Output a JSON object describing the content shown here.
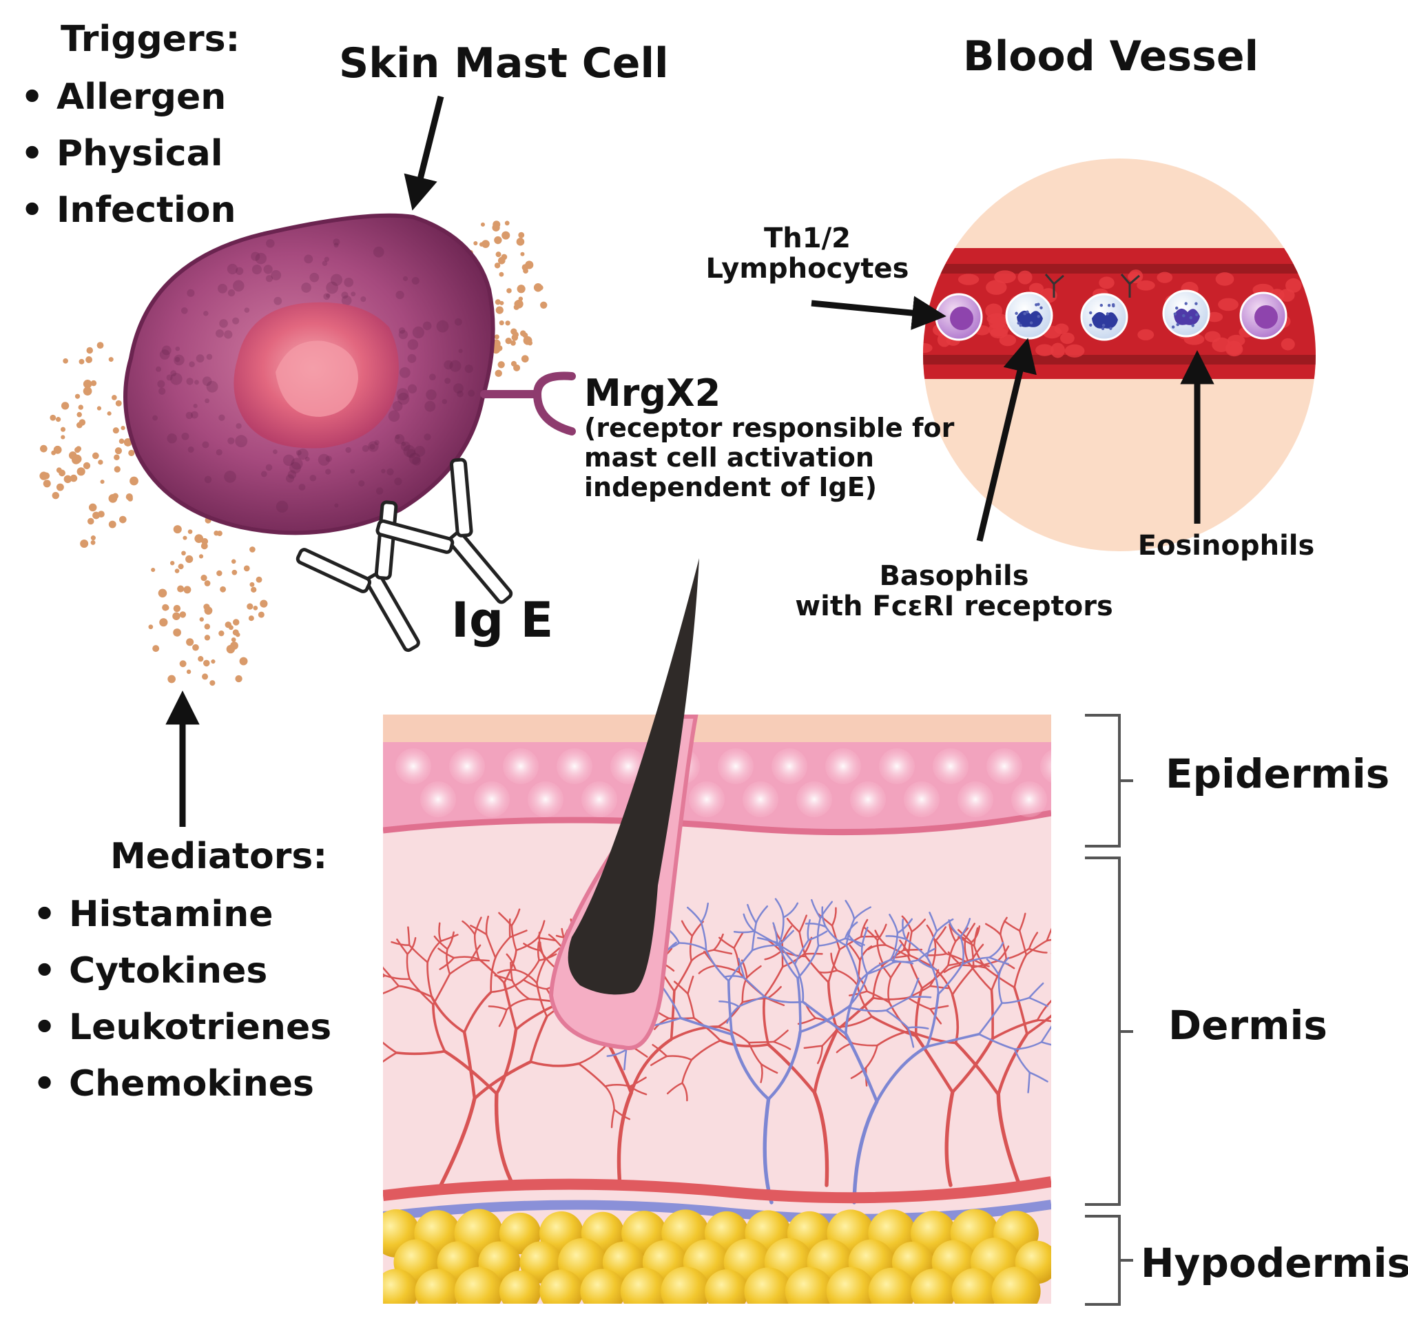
{
  "triggers": {
    "heading": "Triggers:",
    "items": [
      "Allergen",
      "Physical",
      "Infection"
    ]
  },
  "mast_cell": {
    "title": "Skin Mast Cell",
    "receptor_name": "MrgX2",
    "receptor_desc_1": "(receptor responsible for",
    "receptor_desc_2": "mast cell activation",
    "receptor_desc_3": "independent of IgE)",
    "antibody": "Ig E"
  },
  "blood_vessel": {
    "title": "Blood Vessel",
    "lymphocytes_1": "Th1/2",
    "lymphocytes_2": "Lymphocytes",
    "basophils_1": "Basophils",
    "basophils_2": "with FcεRI receptors",
    "eosinophils": "Eosinophils"
  },
  "mediators": {
    "heading": "Mediators:",
    "items": [
      "Histamine",
      "Cytokines",
      "Leukotrienes",
      "Chemokines"
    ]
  },
  "skin_layers": {
    "epidermis": "Epidermis",
    "dermis": "Dermis",
    "hypodermis": "Hypodermis"
  },
  "colors": {
    "mast_cell": "#8e3b6e",
    "nucleus": "#e0607e",
    "granules": "#d99a6a",
    "vessel_bg": "#fbdcc6",
    "vessel_red": "#d3232a",
    "epidermis": "#f2a3be",
    "dermis": "#f8d9dc",
    "artery": "#d85454",
    "vein": "#7d86d3",
    "fat": "#f2c72e",
    "hair": "#2f2a28"
  }
}
